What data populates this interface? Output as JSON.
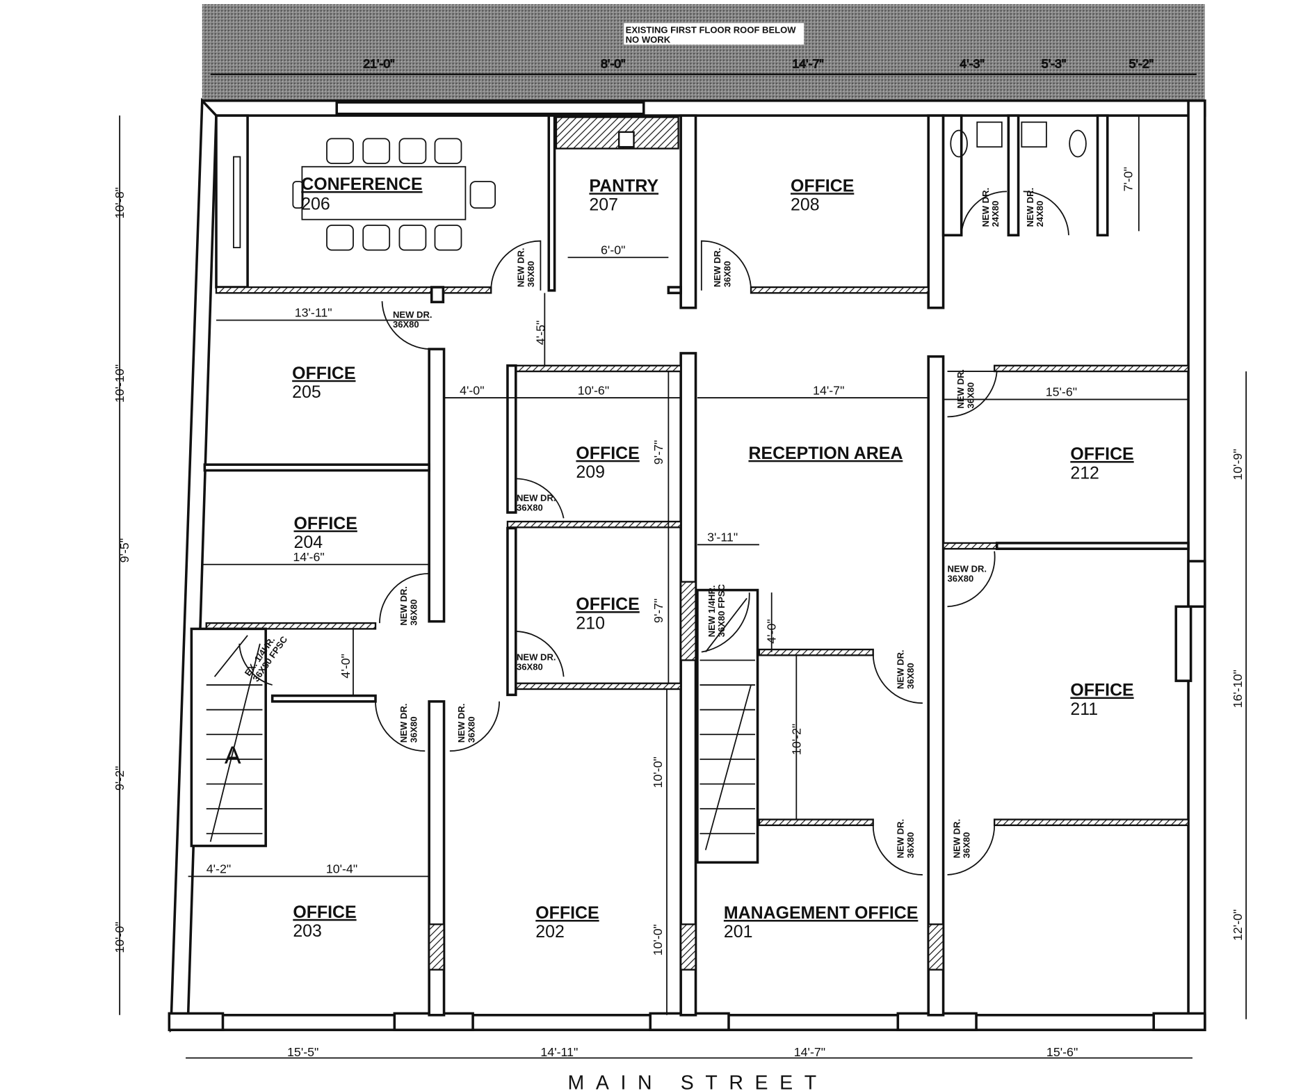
{
  "notes": {
    "roof": "EXISTING FIRST FLOOR ROOF BELOW",
    "no_work": "NO WORK"
  },
  "street": "MAIN STREET",
  "rooms": [
    {
      "name": "CONFERENCE",
      "number": "206"
    },
    {
      "name": "PANTRY",
      "number": "207"
    },
    {
      "name": "OFFICE",
      "number": "208"
    },
    {
      "name": "OFFICE",
      "number": "205"
    },
    {
      "name": "OFFICE",
      "number": "204"
    },
    {
      "name": "OFFICE",
      "number": "209"
    },
    {
      "name": "RECEPTION AREA",
      "number": ""
    },
    {
      "name": "OFFICE",
      "number": "212"
    },
    {
      "name": "OFFICE",
      "number": "210"
    },
    {
      "name": "OFFICE",
      "number": "211"
    },
    {
      "name": "OFFICE",
      "number": "203"
    },
    {
      "name": "OFFICE",
      "number": "202"
    },
    {
      "name": "MANAGEMENT OFFICE",
      "number": "201"
    }
  ],
  "dimensions": {
    "top": [
      "21'-0\"",
      "8'-0\"",
      "14'-7\"",
      "4'-3\"",
      "5'-3\"",
      "5'-2\""
    ],
    "left": [
      "10'-8\"",
      "10'-10\"",
      "9'-5\"",
      "9'-2\"",
      "10'-0\""
    ],
    "right": [
      "10'-9\"",
      "16'-10\"",
      "12'-0\""
    ],
    "bottom": [
      "15'-5\"",
      "14'-11\"",
      "14'-7\"",
      "15'-6\""
    ],
    "interior": [
      "6'-0\"",
      "13'-11\"",
      "4'-5\"",
      "4'-0\"",
      "10'-6\"",
      "14'-7\"",
      "15'-6\"",
      "14'-6\"",
      "9'-7\"",
      "9'-7\"",
      "3'-11\"",
      "4'-0\"",
      "4'-0\"",
      "10'-2\"",
      "10'-0\"",
      "10'-0\"",
      "4'-2\"",
      "10'-4\"",
      "7'-0\""
    ]
  },
  "doors": {
    "new_36": [
      "NEW DR.",
      "36X80"
    ],
    "new_24": [
      "NEW DR.",
      "24X80"
    ],
    "new_fire": [
      "NEW 1/4HR.",
      "36X80 FPSC"
    ],
    "ex_fire": [
      "EX. 1/4HR.",
      "36X80 FPSC"
    ]
  }
}
